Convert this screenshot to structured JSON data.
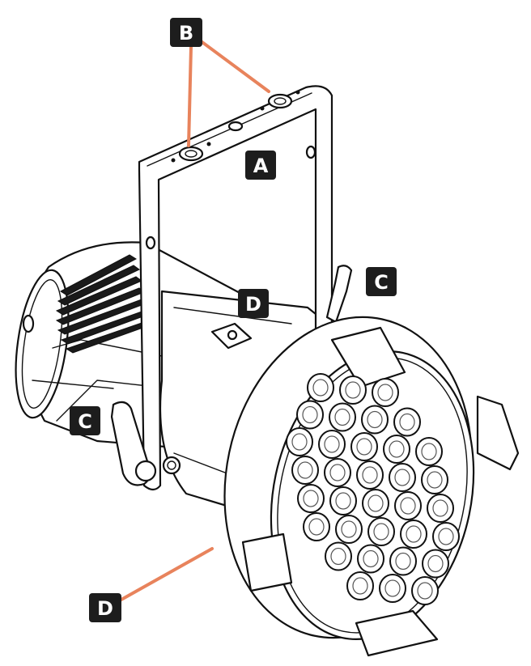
{
  "callouts": [
    {
      "id": "B",
      "letter": "B"
    },
    {
      "id": "A",
      "letter": "A"
    },
    {
      "id": "C-top",
      "letter": "C"
    },
    {
      "id": "D-top",
      "letter": "D"
    },
    {
      "id": "C-left",
      "letter": "C"
    },
    {
      "id": "D-bottom",
      "letter": "D"
    }
  ],
  "colors": {
    "leader": "#e8835c",
    "callout_bg": "#1d1d1d",
    "callout_text": "#ffffff",
    "ink": "#111111"
  }
}
